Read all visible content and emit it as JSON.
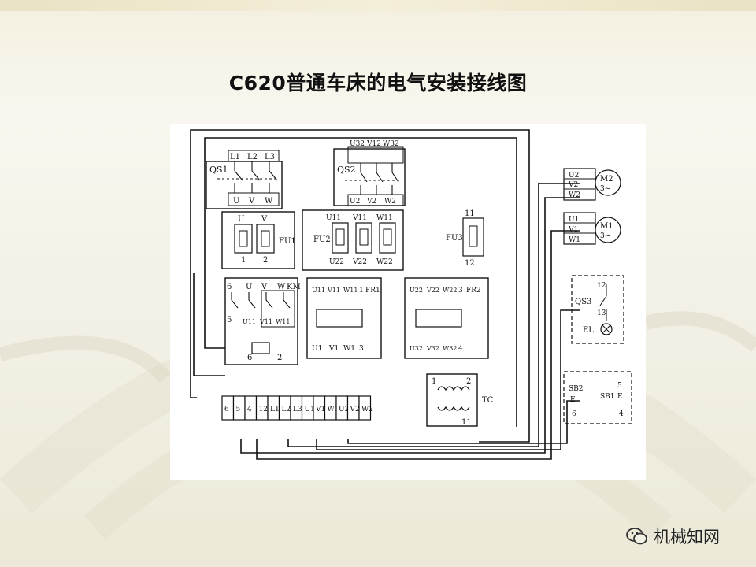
{
  "slide": {
    "title": "C620普通车床的电气安装接线图"
  },
  "watermark": {
    "text": "机械知网",
    "icon": "wechat-icon"
  },
  "diagram": {
    "qs1": {
      "label": "QS1",
      "inputs": [
        "L1",
        "L2",
        "L3"
      ],
      "outputs": [
        "U",
        "V",
        "W"
      ]
    },
    "qs2": {
      "label": "QS2",
      "inputs": [
        "U32",
        "V12",
        "W32"
      ],
      "outputs": [
        "U2",
        "V2",
        "W2"
      ]
    },
    "fu1": {
      "label": "FU1",
      "top": [
        "U",
        "V"
      ],
      "bottom": [
        "1",
        "2"
      ]
    },
    "fu2": {
      "label": "FU2",
      "top": [
        "U11",
        "V11",
        "W11"
      ],
      "bottom": [
        "U22",
        "V22",
        "W22"
      ]
    },
    "fu3": {
      "label": "FU3",
      "top": "11",
      "bottom": "12"
    },
    "km": {
      "label": "KM",
      "terminals": [
        "6",
        "U",
        "V",
        "W",
        "5",
        "U11",
        "V11",
        "W11",
        "6",
        "2"
      ]
    },
    "fr1": {
      "label": "FR1",
      "top": [
        "U11",
        "V11",
        "W11",
        "1"
      ],
      "bottom": [
        "U1",
        "V1",
        "W1",
        "3"
      ]
    },
    "fr2": {
      "label": "FR2",
      "top": [
        "U22",
        "V22",
        "W22",
        "3"
      ],
      "bottom": [
        "U32",
        "V32",
        "W32",
        "4"
      ]
    },
    "tc": {
      "label": "TC",
      "terminals": [
        "1",
        "2",
        "11"
      ]
    },
    "terminal_strip": [
      "6",
      "5",
      "4",
      "12",
      "L1",
      "L2",
      "L3",
      "U1",
      "V1",
      "W1",
      "U2",
      "V2",
      "W2"
    ],
    "m2": {
      "label": "M2",
      "phase": "3~",
      "terminals": [
        "U2",
        "V2",
        "W2"
      ]
    },
    "m1": {
      "label": "M1",
      "phase": "3~",
      "terminals": [
        "U1",
        "V1",
        "W1"
      ]
    },
    "qs3": {
      "label": "QS3",
      "terminals": [
        "12",
        "13"
      ]
    },
    "el": {
      "label": "EL"
    },
    "buttons": {
      "sb2": "SB2",
      "sb1": "SB1",
      "terminals": [
        "5",
        "6",
        "4"
      ],
      "e_left": "E",
      "e_right": "E"
    }
  }
}
